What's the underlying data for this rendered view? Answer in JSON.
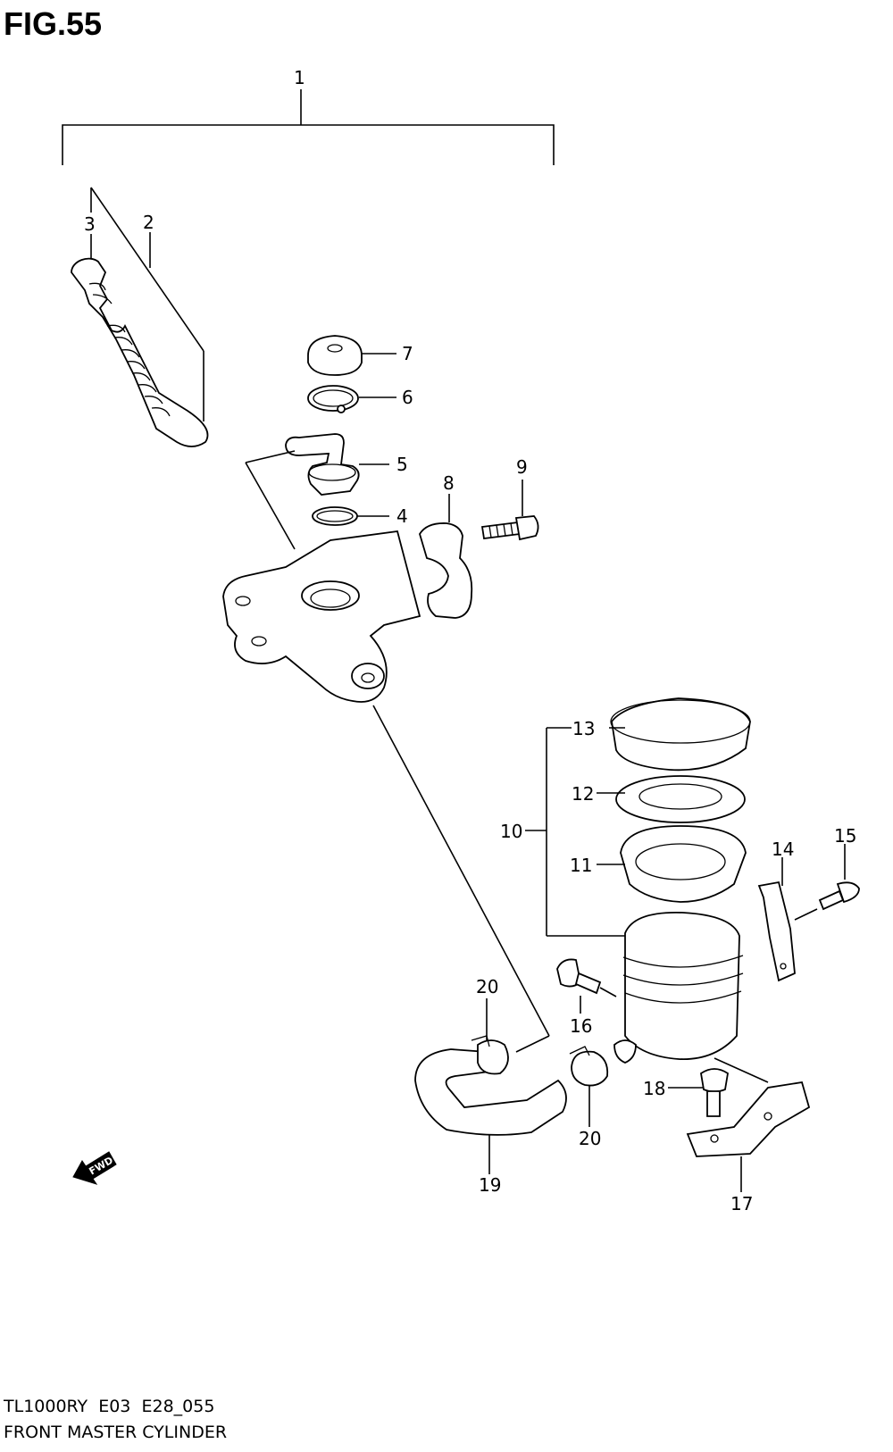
{
  "figure": {
    "title": "FIG.55",
    "model_code": "TL1000RY  E03  E28_055",
    "name": "FRONT MASTER CYLINDER"
  },
  "callouts": {
    "c1": "1",
    "c2": "2",
    "c3": "3",
    "c4": "4",
    "c5": "5",
    "c6": "6",
    "c7": "7",
    "c8": "8",
    "c9": "9",
    "c10": "10",
    "c11": "11",
    "c12": "12",
    "c13": "13",
    "c14": "14",
    "c15": "15",
    "c16": "16",
    "c17": "17",
    "c18": "18",
    "c19": "19",
    "c20a": "20",
    "c20b": "20"
  },
  "fwd_arrow": {
    "label": "FWD",
    "icon": "fwd-arrow-icon"
  }
}
